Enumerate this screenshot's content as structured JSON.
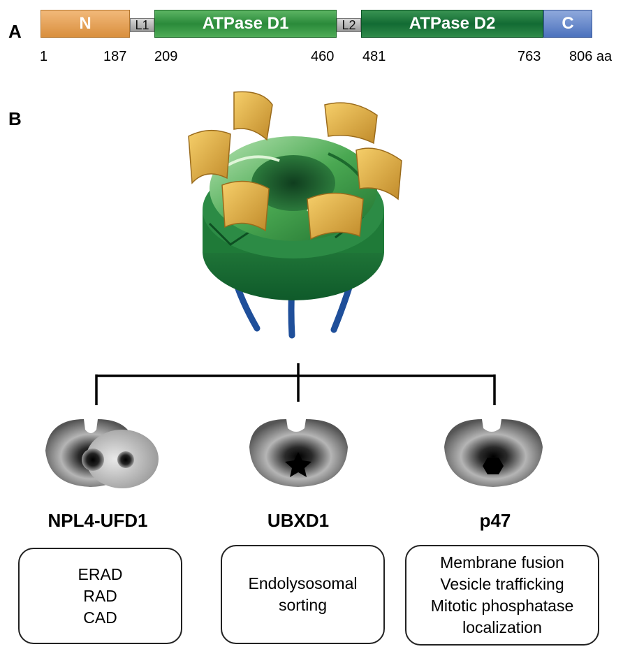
{
  "panel_a": {
    "label": "A",
    "domains": {
      "n": "N",
      "d1": "ATPase D1",
      "d2": "ATPase D2",
      "c": "C"
    },
    "linkers": {
      "l1": "L1",
      "l2": "L2"
    },
    "positions": {
      "p1": "1",
      "p187": "187",
      "p209": "209",
      "p460": "460",
      "p481": "481",
      "p763": "763",
      "p806": "806 aa"
    }
  },
  "panel_b": {
    "label": "B",
    "adaptors": [
      {
        "name": "NPL4-UFD1",
        "functions": [
          "ERAD",
          "RAD",
          "CAD"
        ]
      },
      {
        "name": "UBXD1",
        "functions": [
          "Endolysosomal",
          "sorting"
        ]
      },
      {
        "name": "p47",
        "functions": [
          "Membrane fusion",
          "Vesicle trafficking",
          "Mitotic phosphatase",
          "localization"
        ]
      }
    ]
  },
  "colors": {
    "n_domain": "#e4a35a",
    "d1_domain": "#3a9a48",
    "d2_domain": "#1d7a3c",
    "c_domain": "#5f82c6",
    "linker": "#b8b8b8"
  }
}
